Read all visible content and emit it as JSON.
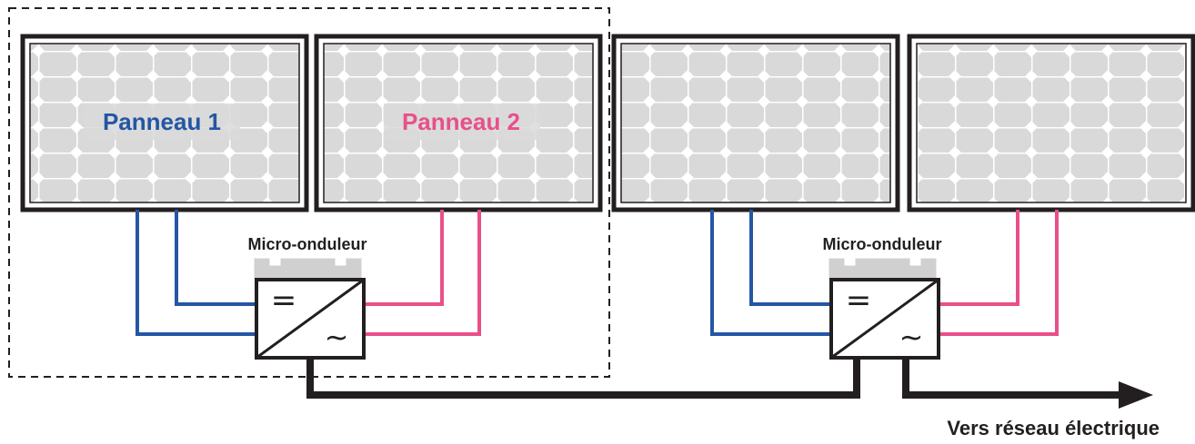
{
  "colors": {
    "panel_1_wire": "#2456a4",
    "panel_2_wire": "#e8508a",
    "ac_line": "#231f20",
    "panel_frame": "#231f20",
    "panel_cell": "#d9d9d9",
    "panel_grid": "#ffffff",
    "inverter_heatsink": "#d0d0d0",
    "dashed_border": "#231f20"
  },
  "panels": [
    {
      "label": "Panneau 1",
      "label_color": "#2456a4"
    },
    {
      "label": "Panneau 2",
      "label_color": "#e8508a"
    },
    {
      "label": ""
    },
    {
      "label": ""
    }
  ],
  "inverters": [
    {
      "label": "Micro-onduleur",
      "dc_symbol": "=",
      "ac_symbol": "~"
    },
    {
      "label": "Micro-onduleur",
      "dc_symbol": "=",
      "ac_symbol": "~"
    }
  ],
  "output": {
    "label": "Vers réseau électrique"
  },
  "icons": [
    "solar-panel-icon",
    "inverter-icon",
    "arrow-right-icon"
  ]
}
